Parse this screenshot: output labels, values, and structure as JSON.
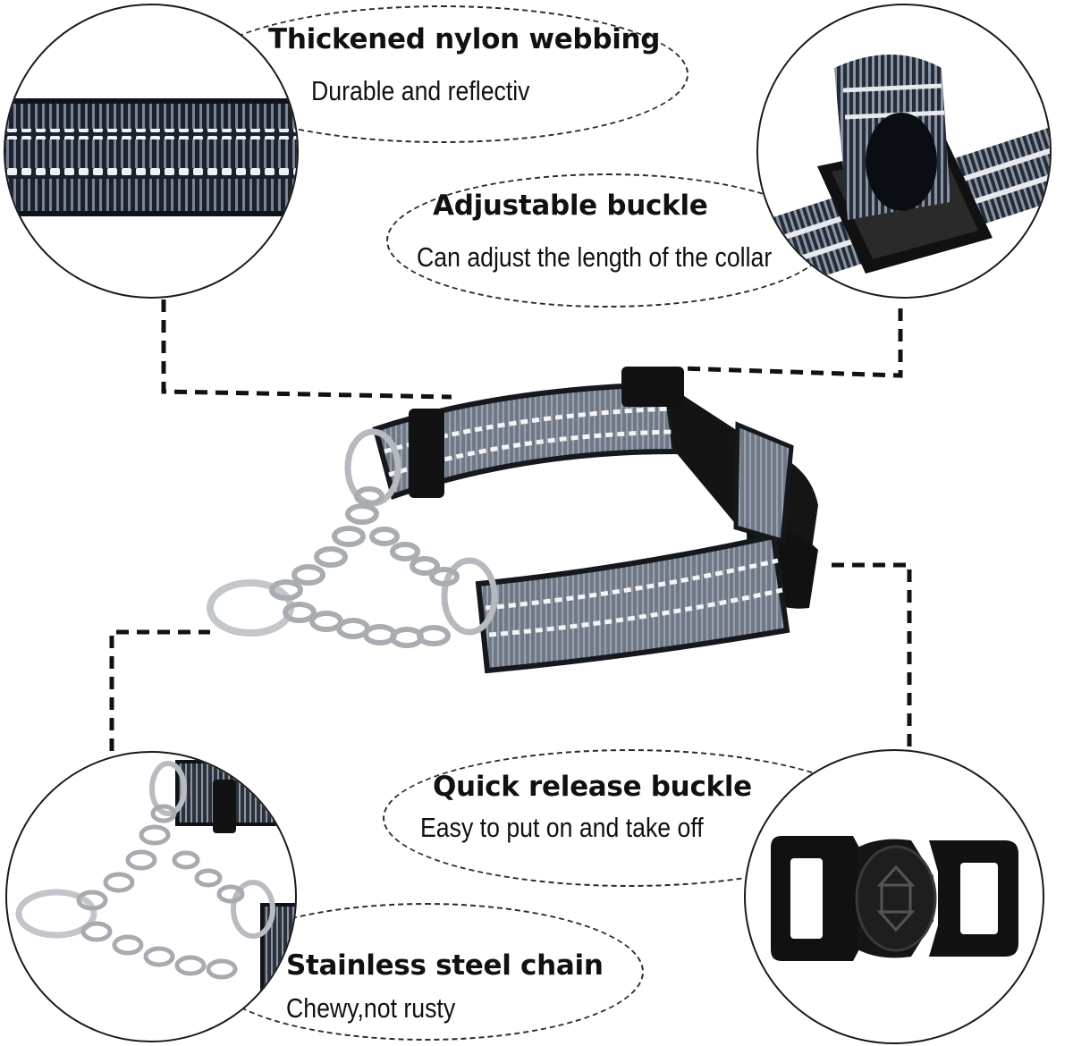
{
  "features": {
    "webbing": {
      "title": "Thickened nylon webbing",
      "subtitle": "Durable and reflectiv"
    },
    "adjustable": {
      "title": "Adjustable buckle",
      "subtitle": "Can adjust the length of the collar"
    },
    "quick_release": {
      "title": "Quick release buckle",
      "subtitle": "Easy to put on and take off"
    },
    "chain": {
      "title": "Stainless steel chain",
      "subtitle": "Chewy,not rusty"
    }
  },
  "colors": {
    "webbing_dark": "#1c2330",
    "webbing_stripe": "#6b7585",
    "reflective": "#e9eef2",
    "plastic": "#141414",
    "steel": "#b9bcc0",
    "dash": "#111111"
  },
  "icons": {
    "webbing_closeup": "nylon-webbing-photo",
    "adjustable_closeup": "slider-buckle-photo",
    "quick_release_closeup": "side-release-buckle-photo",
    "chain_closeup": "martingale-chain-photo",
    "product": "martingale-collar-photo"
  }
}
